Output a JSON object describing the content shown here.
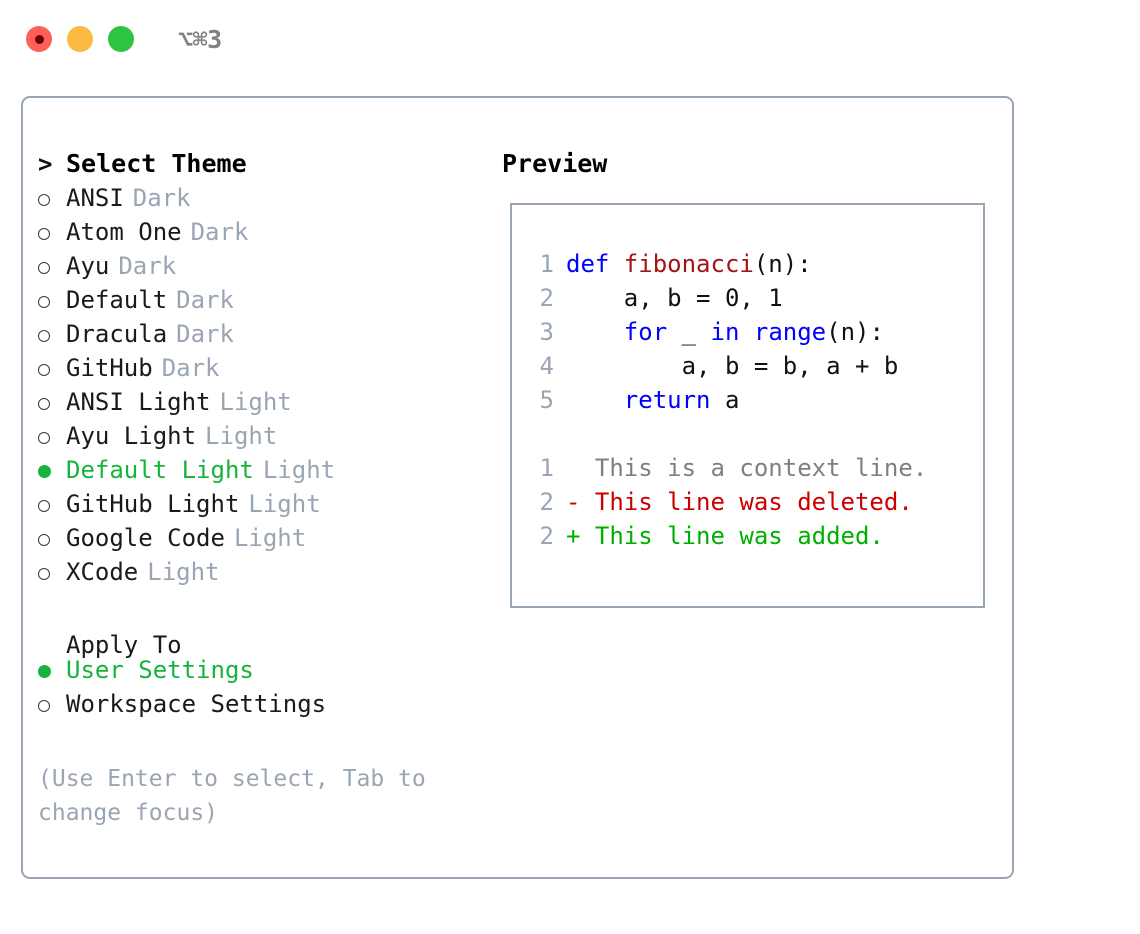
{
  "window": {
    "title": "⌥⌘3",
    "traffic_lights": [
      "close-red",
      "minimize-yellow",
      "maximize-green"
    ],
    "colors": {
      "red": "#fc6058",
      "yellow": "#fcbb40",
      "green": "#2ec43f",
      "accent_selected": "#16b43c",
      "muted": "#9aa5b4",
      "border": "#9aa5b4"
    }
  },
  "theme_list": {
    "heading": "Select Theme",
    "prompt": ">",
    "items": [
      {
        "label": "ANSI",
        "kind": "Dark",
        "selected": false
      },
      {
        "label": "Atom One",
        "kind": "Dark",
        "selected": false
      },
      {
        "label": "Ayu",
        "kind": "Dark",
        "selected": false
      },
      {
        "label": "Default",
        "kind": "Dark",
        "selected": false
      },
      {
        "label": "Dracula",
        "kind": "Dark",
        "selected": false
      },
      {
        "label": "GitHub",
        "kind": "Dark",
        "selected": false
      },
      {
        "label": "ANSI Light",
        "kind": "Light",
        "selected": false
      },
      {
        "label": "Ayu Light",
        "kind": "Light",
        "selected": false
      },
      {
        "label": "Default Light",
        "kind": "Light",
        "selected": true
      },
      {
        "label": "GitHub Light",
        "kind": "Light",
        "selected": false
      },
      {
        "label": "Google Code",
        "kind": "Light",
        "selected": false
      },
      {
        "label": "XCode",
        "kind": "Light",
        "selected": false
      }
    ]
  },
  "apply_to": {
    "heading": "Apply To",
    "items": [
      {
        "label": "User Settings",
        "selected": true
      },
      {
        "label": "Workspace Settings",
        "selected": false
      }
    ]
  },
  "hint": "(Use Enter to select, Tab to change focus)",
  "preview": {
    "title": "Preview",
    "code_lines": [
      {
        "num": "1",
        "tokens": [
          {
            "t": "def ",
            "c": "kw"
          },
          {
            "t": "fibonacci",
            "c": "fn"
          },
          {
            "t": "(n):",
            "c": "pl"
          }
        ]
      },
      {
        "num": "2",
        "tokens": [
          {
            "t": "    a, b = 0, 1",
            "c": "pl"
          }
        ]
      },
      {
        "num": "3",
        "tokens": [
          {
            "t": "    ",
            "c": "pl"
          },
          {
            "t": "for",
            "c": "kw"
          },
          {
            "t": " _ ",
            "c": "pl"
          },
          {
            "t": "in",
            "c": "kw"
          },
          {
            "t": " ",
            "c": "pl"
          },
          {
            "t": "range",
            "c": "kw"
          },
          {
            "t": "(n):",
            "c": "pl"
          }
        ]
      },
      {
        "num": "4",
        "tokens": [
          {
            "t": "        a, b = b, a + b",
            "c": "pl"
          }
        ]
      },
      {
        "num": "5",
        "tokens": [
          {
            "t": "    ",
            "c": "pl"
          },
          {
            "t": "return",
            "c": "kw"
          },
          {
            "t": " a",
            "c": "pl"
          }
        ]
      }
    ],
    "diff_lines": [
      {
        "num": "1",
        "text": "  This is a context line.",
        "c": "ctx"
      },
      {
        "num": "2",
        "text": "- This line was deleted.",
        "c": "del"
      },
      {
        "num": "2",
        "text": "+ This line was added.",
        "c": "add"
      }
    ]
  }
}
